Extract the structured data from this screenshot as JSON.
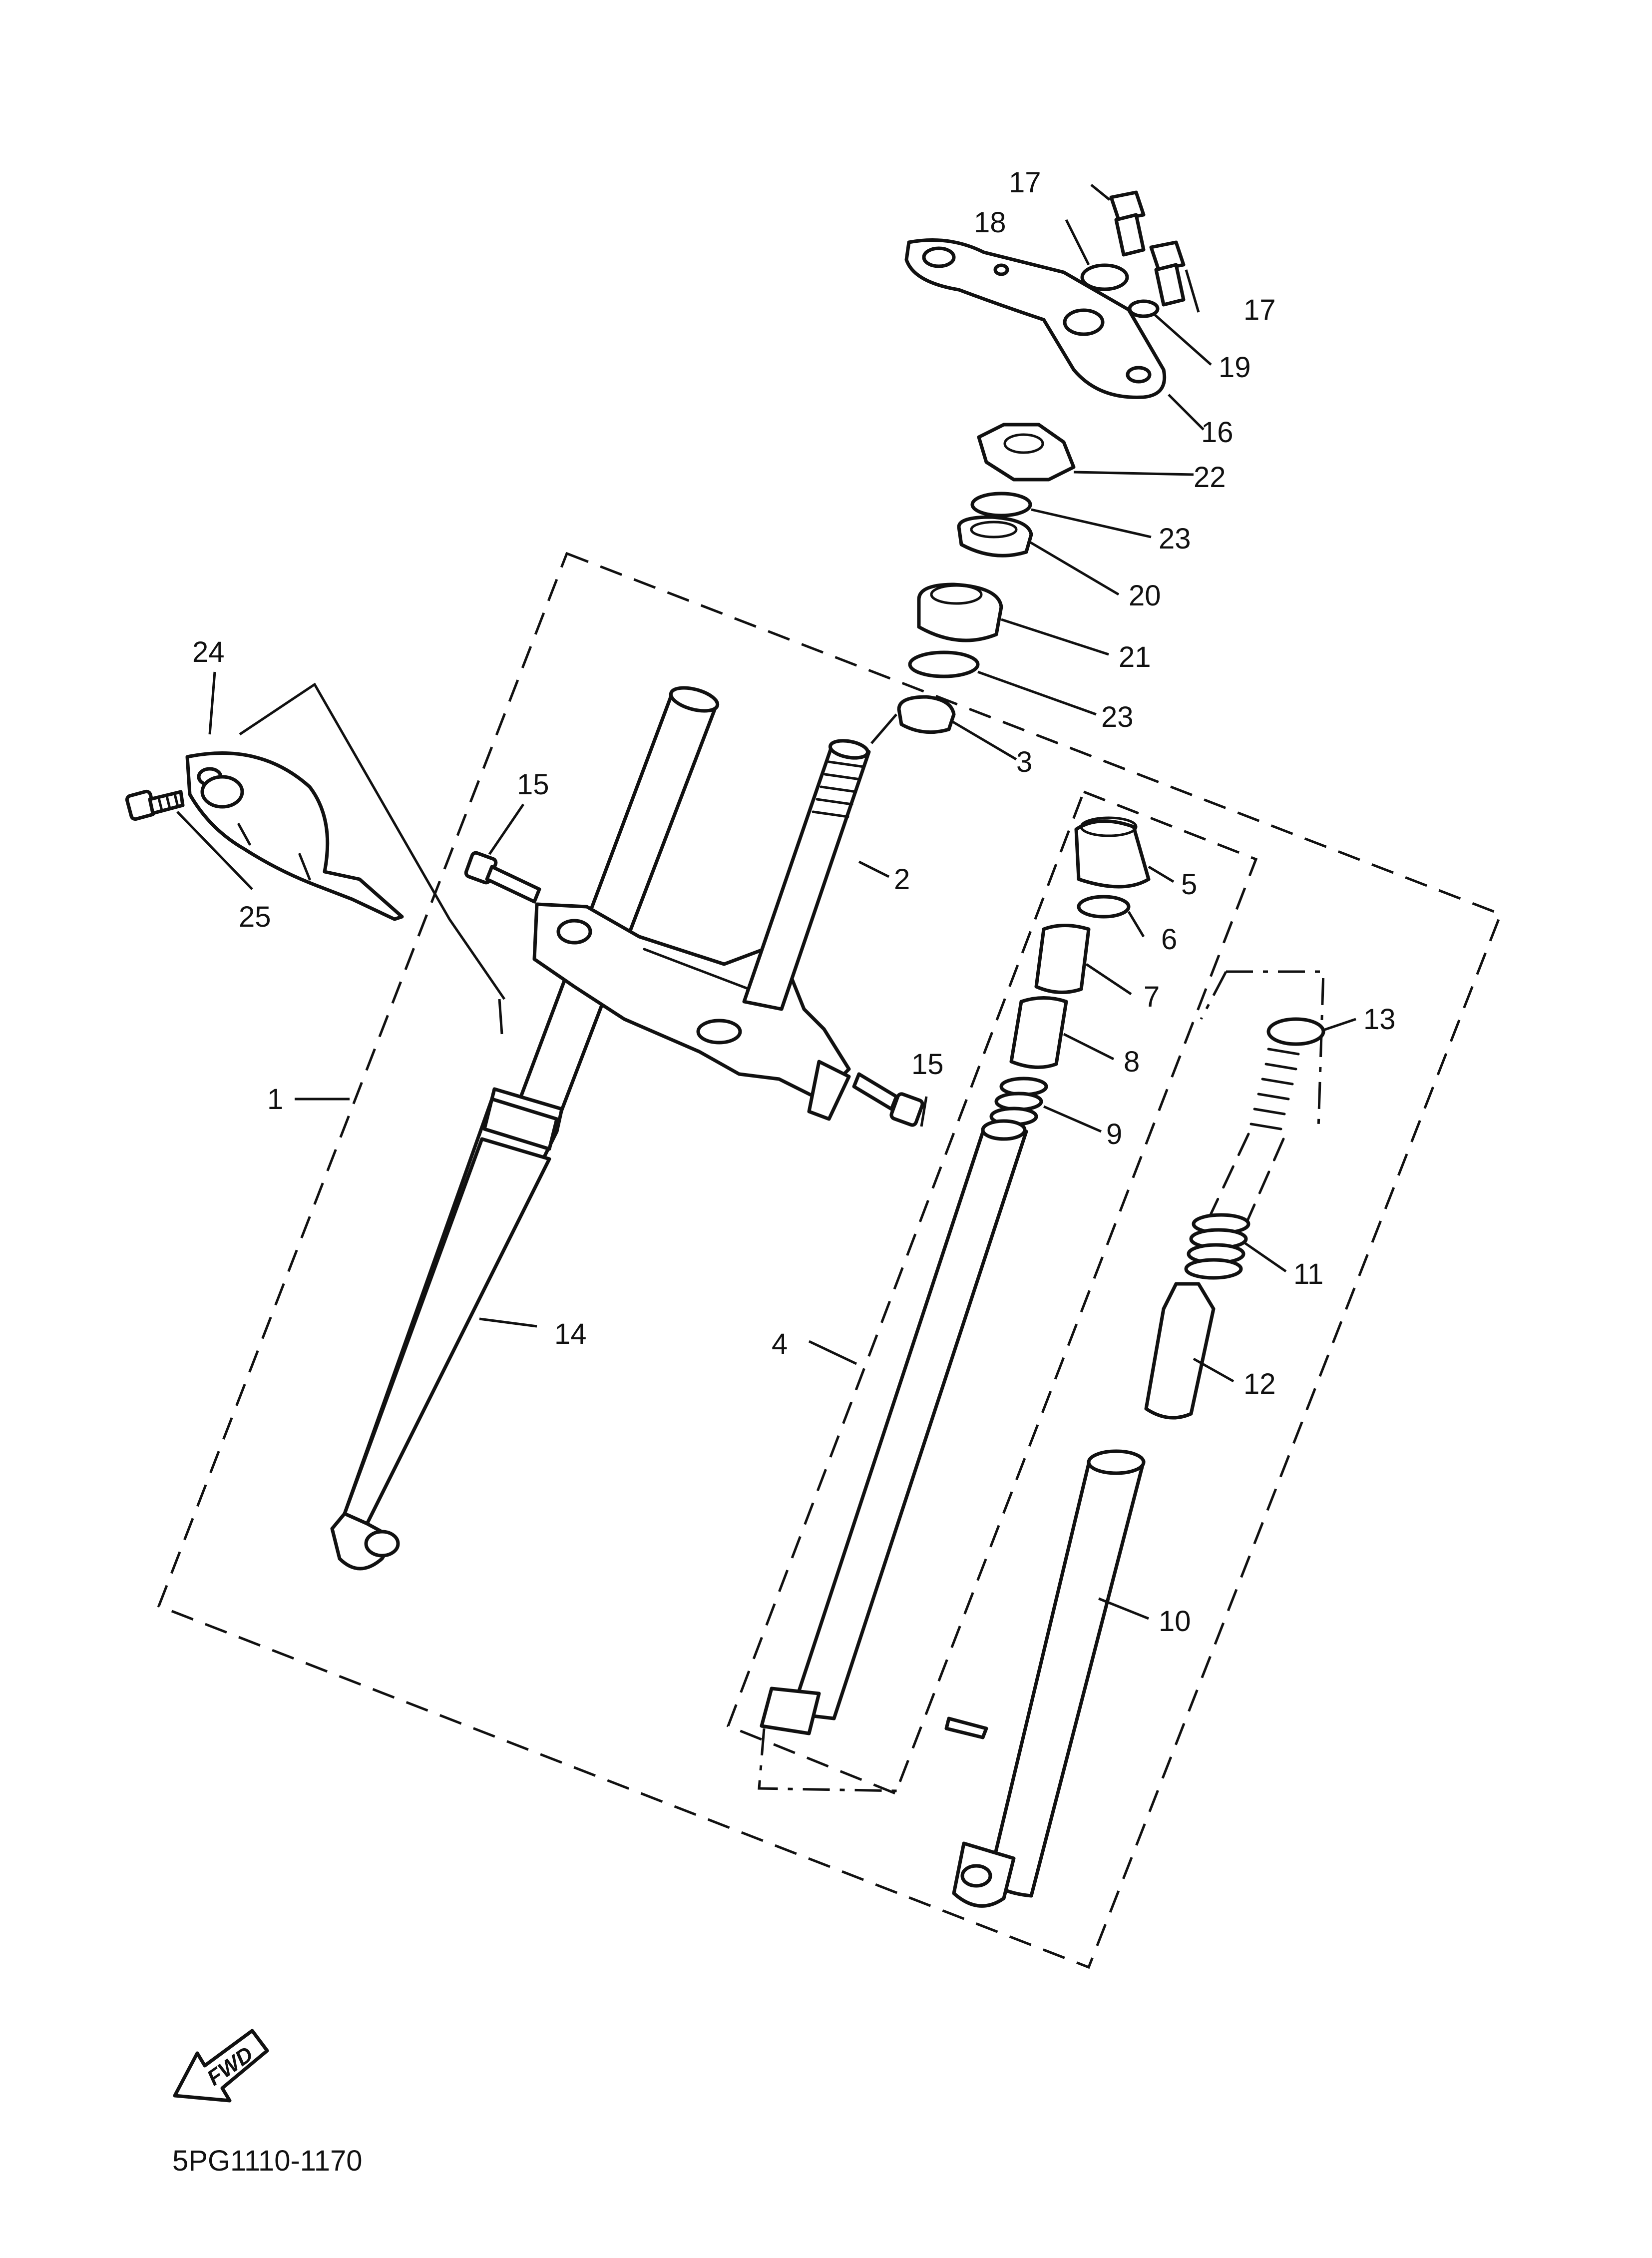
{
  "diagram_code": "5PG1110-1170",
  "direction_label": "FWD",
  "callouts": [
    {
      "id": "c1",
      "label": "1"
    },
    {
      "id": "c2",
      "label": "2"
    },
    {
      "id": "c3",
      "label": "3"
    },
    {
      "id": "c4",
      "label": "4"
    },
    {
      "id": "c5",
      "label": "5"
    },
    {
      "id": "c6",
      "label": "6"
    },
    {
      "id": "c7",
      "label": "7"
    },
    {
      "id": "c8",
      "label": "8"
    },
    {
      "id": "c9",
      "label": "9"
    },
    {
      "id": "c10",
      "label": "10"
    },
    {
      "id": "c11",
      "label": "11"
    },
    {
      "id": "c12",
      "label": "12"
    },
    {
      "id": "c13",
      "label": "13"
    },
    {
      "id": "c14",
      "label": "14"
    },
    {
      "id": "c15a",
      "label": "15"
    },
    {
      "id": "c15b",
      "label": "15"
    },
    {
      "id": "c16",
      "label": "16"
    },
    {
      "id": "c17a",
      "label": "17"
    },
    {
      "id": "c17b",
      "label": "17"
    },
    {
      "id": "c18",
      "label": "18"
    },
    {
      "id": "c19",
      "label": "19"
    },
    {
      "id": "c20",
      "label": "20"
    },
    {
      "id": "c21",
      "label": "21"
    },
    {
      "id": "c22",
      "label": "22"
    },
    {
      "id": "c23a",
      "label": "23"
    },
    {
      "id": "c23b",
      "label": "23"
    },
    {
      "id": "c24",
      "label": "24"
    },
    {
      "id": "c25",
      "label": "25"
    }
  ]
}
